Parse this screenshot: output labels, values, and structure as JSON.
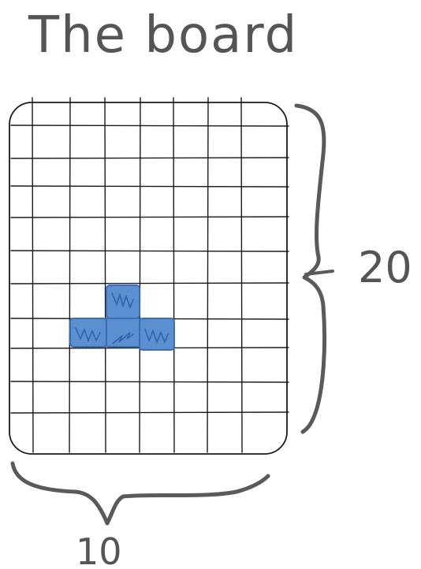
{
  "title": "The board",
  "height_label": "20",
  "width_label": "10",
  "piece_color": "#5b8fd0"
}
